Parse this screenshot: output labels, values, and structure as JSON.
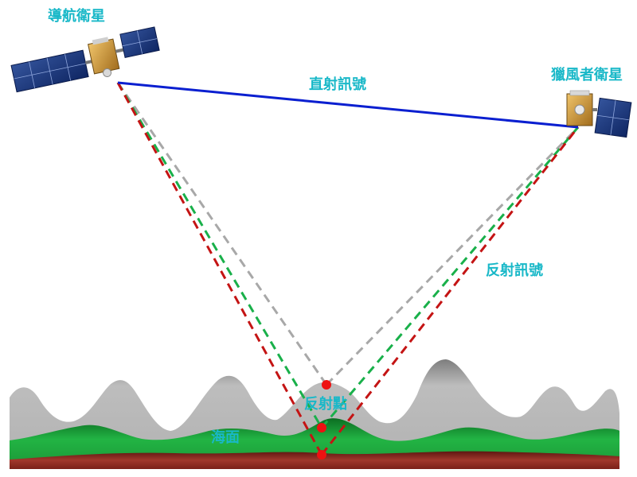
{
  "labels": {
    "navigation_satellite": "導航衛星",
    "hunter_satellite": "獵風者衛星",
    "direct_signal": "直射訊號",
    "reflected_signal": "反射訊號",
    "reflection_point": "反射點",
    "sea_surface": "海面"
  },
  "colors": {
    "label": "#19b8c8",
    "direct_path": "#0a1fd0",
    "path_gray": "#a8a8a8",
    "path_green": "#19b04a",
    "path_red": "#c41414",
    "terrain_gray": "#b4b4b4",
    "sea_green": "#1fa83a",
    "seabed_brown": "#8a2a22",
    "point_red": "#ee1111"
  },
  "icons": {
    "navigation_satellite": "satellite-icon",
    "hunter_satellite": "satellite-icon"
  }
}
